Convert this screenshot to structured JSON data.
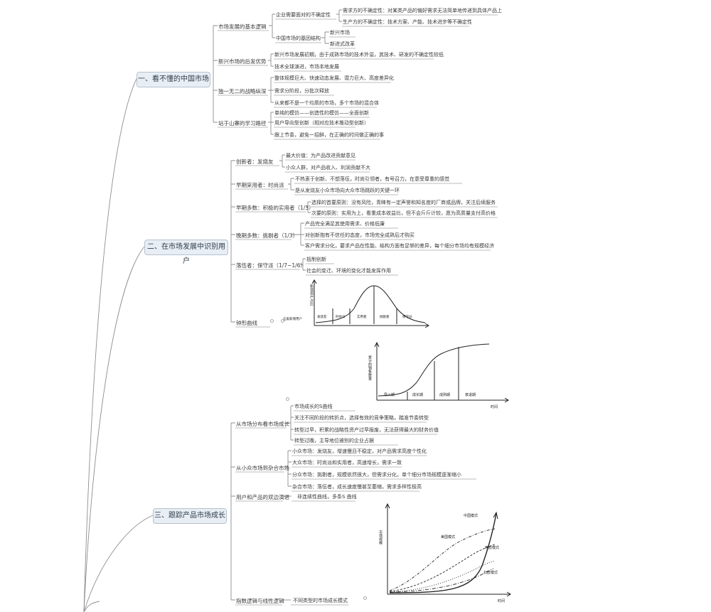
{
  "s1": {
    "title": "一、看不懂的中国市场",
    "b1": "市场发展的基本逻辑",
    "b1a": "企业需要面对的不确定性",
    "b1a1": "需求方的不确定性：对某类产品的偏好需求无法简单地传递到具体产品上",
    "b1a2": "生产方的不确定性：技术方案、产能、技术进步等不确定性",
    "b1b": "中国市场的基因结构",
    "b1b1": "新兴市场",
    "b1b2": "新进式改革",
    "b2": "新兴市场的后发优势",
    "b2a": "新兴市场发展初期，由于成熟市场的技术外溢，其技术、研发的不确定性较低",
    "b2b": "技术全球演进，市场本地发展",
    "b3": "独一无二的战略纵深",
    "b3a": "整体规模巨大、快速动态发展、潜力巨大、高度差异化",
    "b3b": "需求分阶段，分批次释放",
    "b3c": "从来都不是一个均质的市场，多个市场的混合体",
    "b4": "站于山寨的学习路径",
    "b4a": "单纯的模仿——创造性的模仿——全面创新",
    "b4b": "用户导向型创新（相对应技术推动型创新）",
    "b4c": "跟上节奏，避免一招鲜，在正确的时间做正确的事"
  },
  "s2": {
    "title": "二、在市场发展中识别用户",
    "c1": "创新者：发烧友",
    "c1a": "最大价值：为产品改进贡献意见",
    "c1b": "小众人群，对产品收入、利润贡献不大",
    "c2": "早期采用者：时尚派",
    "c2a": "不热衷于创新、不想落伍，时尚引领者，有号召力，在意受尊重的感觉",
    "c2b": "是从发烧友小众市场向大众市场跳跃的关键一环",
    "c3": "早期多数：积极的实用者（1/3）",
    "c3a": "选择的首要原则：没有风险，青睐有一定声誉和知名度的厂商或品牌，关注后续服务",
    "c3b": "次要的原则：实用为上，看重成本收益比，但不会斤斤计较，愿为高质量支付高价格",
    "c4": "晚期多数：挑剔者（1/3）",
    "c4a": "产品完全满足其使用需求、价格低廉",
    "c4b": "对创新抱有不信任的态度，市场完全成熟后才购买",
    "c4c": "客户需求分化，要求产品在性能、结构方面有足够的差异，每个细分市场均有规模经济",
    "c5": "落伍者：保守派（1/7~1/6）",
    "c5a": "抵制创新",
    "c5b": "社会的变迁、环境的变化才能发挥作用",
    "c6": "钟形曲线"
  },
  "bell": {
    "ylabel": "新增用户占比",
    "xlabel": "五类新增用户",
    "segments": [
      "发烧友",
      "时尚派",
      "实用者",
      "挑剔者",
      "保守派"
    ]
  },
  "scurve": {
    "ylabel": "累计的销售数量",
    "xlabel": "时间",
    "phases": [
      "导入期",
      "成长期",
      "成熟期",
      "衰退期"
    ]
  },
  "s3": {
    "title": "三、跟踪产品市场成长",
    "d1": "从市场分布看市场成长",
    "d1a": "市场成长的S曲线",
    "d1b": "关注不同阶段的转折点，选择有效的竞争策略，踏准节奏转型",
    "d1c": "转型过早，积累的战略性资产过早报废，无法获得最大的财务价值",
    "d1d": "转型过晚，主导地位被别的企业占据",
    "d2": "从小众市场到杂合市场",
    "d2a": "小众市场：发烧友，增速慢且不稳定，对产品需求高度个性化",
    "d2b": "大众市场：时尚派和实用者，高速增长，需求一致",
    "d2c": "分众市场：挑剔者，规模依然很大，但需求分化，单个细分市场规模逐渐缩小",
    "d2d": "杂合市场：落伍者，成长速度慢甚至萎缩，需求多样性极高",
    "d3": "用户和产品的双边演进",
    "d3a": "非连续性曲线，多条S 曲线",
    "d4": "指数逻辑与线性逻辑",
    "d4a": "不同类型的市场成长模式"
  },
  "growth": {
    "ylabel": "市场规模",
    "xlabel": "时间",
    "series": [
      "中国模式",
      "美国模式",
      "西欧模式",
      "北欧模式"
    ]
  }
}
